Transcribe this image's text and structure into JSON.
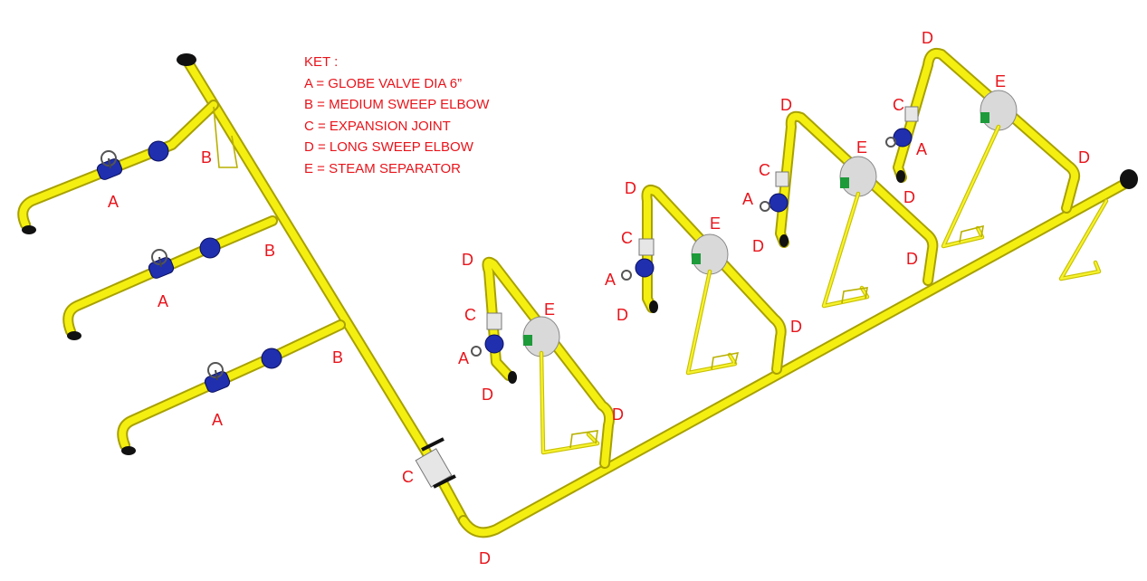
{
  "legend": {
    "title": "KET :",
    "items": [
      "A = GLOBE VALVE DIA 6”",
      "B = MEDIUM SWEEP ELBOW",
      "C = EXPANSION JOINT",
      "D = LONG SWEEP ELBOW",
      "E = STEAM SEPARATOR"
    ]
  },
  "labels": {
    "a": "A",
    "b": "B",
    "c": "C",
    "d": "D",
    "e": "E"
  },
  "colors": {
    "pipe": "#f4ef10",
    "pipe_shadow": "#a8a100",
    "valve": "#1f2fae",
    "separator_accent": "#1d9a3a",
    "label": "#e8141b"
  }
}
